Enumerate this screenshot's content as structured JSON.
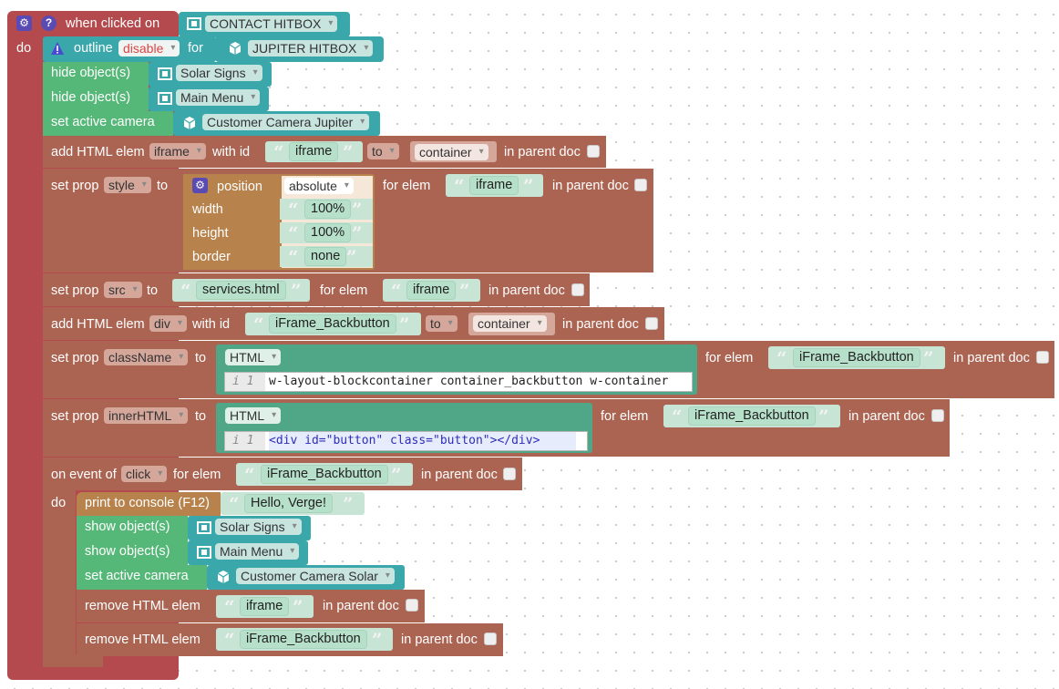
{
  "event": {
    "label": "when clicked on",
    "target": "CONTACT HITBOX",
    "do_label": "do"
  },
  "rows": {
    "outline": {
      "label": "outline",
      "mode": "disable",
      "for_label": "for",
      "target": "JUPITER HITBOX"
    },
    "hide1": {
      "label": "hide object(s)",
      "target": "Solar Signs"
    },
    "hide2": {
      "label": "hide object(s)",
      "target": "Main Menu"
    },
    "camera1": {
      "label": "set active camera",
      "target": "Customer Camera Jupiter"
    },
    "add_iframe": {
      "label": "add HTML elem",
      "elem": "iframe",
      "with_id": "with id",
      "id": "iframe",
      "to_label": "to",
      "to": "to",
      "parent": "container",
      "in_parent": "in parent doc"
    },
    "set_style": {
      "label": "set prop",
      "prop": "style",
      "to_label": "to",
      "fields": [
        {
          "key": "position",
          "value": "absolute"
        },
        {
          "key": "width",
          "value": "100%"
        },
        {
          "key": "height",
          "value": "100%"
        },
        {
          "key": "border",
          "value": "none"
        }
      ],
      "for_elem": "for elem",
      "elem": "iframe",
      "in_parent": "in parent doc"
    },
    "set_src": {
      "label": "set prop",
      "prop": "src",
      "to_label": "to",
      "value": "services.html",
      "for_elem": "for elem",
      "elem": "iframe",
      "in_parent": "in parent doc"
    },
    "add_div": {
      "label": "add HTML elem",
      "elem": "div",
      "with_id": "with id",
      "id": "iFrame_Backbutton",
      "to": "to",
      "parent": "container",
      "in_parent": "in parent doc"
    },
    "set_class": {
      "label": "set prop",
      "prop": "className",
      "to_label": "to",
      "lang": "HTML",
      "line_no": "1",
      "code": "w-layout-blockcontainer container_backbutton w-container",
      "for_elem": "for elem",
      "elem": "iFrame_Backbutton",
      "in_parent": "in parent doc"
    },
    "set_inner": {
      "label": "set prop",
      "prop": "innerHTML",
      "to_label": "to",
      "lang": "HTML",
      "line_no": "1",
      "code": "<div id=\"button\" class=\"button\"></div>",
      "for_elem": "for elem",
      "elem": "iFrame_Backbutton",
      "in_parent": "in parent doc"
    },
    "on_event": {
      "label": "on event of",
      "event": "click",
      "for_elem": "for elem",
      "elem": "iFrame_Backbutton",
      "in_parent": "in parent doc",
      "do_label": "do"
    },
    "print": {
      "label": "print to console (F12)",
      "value": "Hello, Verge!"
    },
    "show1": {
      "label": "show object(s)",
      "target": "Solar Signs"
    },
    "show2": {
      "label": "show object(s)",
      "target": "Main Menu"
    },
    "camera2": {
      "label": "set active camera",
      "target": "Customer Camera Solar"
    },
    "remove1": {
      "label": "remove HTML elem",
      "elem": "iframe",
      "in_parent": "in parent doc"
    },
    "remove2": {
      "label": "remove HTML elem",
      "elem": "iFrame_Backbutton",
      "in_parent": "in parent doc"
    }
  },
  "colors": {
    "event": "#b44a4d",
    "object": "#3aa7ab",
    "action": "#56b878",
    "html": "#ab6452",
    "logic": "#b7824b",
    "string": "#b7e0cb"
  }
}
